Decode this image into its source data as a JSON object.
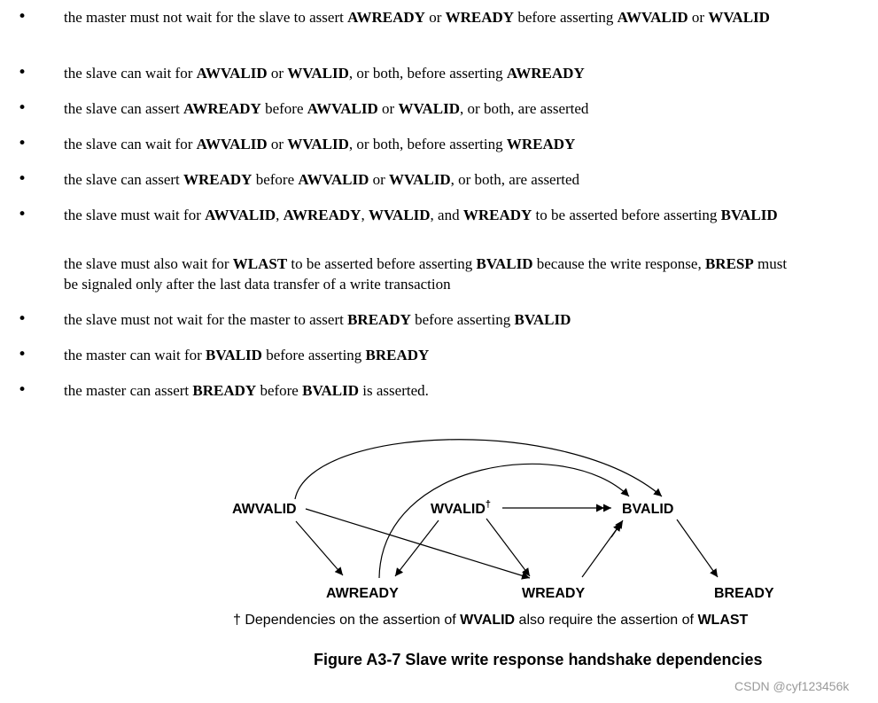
{
  "bullet_glyph": "•",
  "rules": [
    [
      [
        "the master must not wait for the slave to assert ",
        false
      ],
      [
        "AWREADY",
        true
      ],
      [
        " or ",
        false
      ],
      [
        "WREADY",
        true
      ],
      [
        " before asserting ",
        false
      ],
      [
        "AWVALID",
        true
      ],
      [
        " or ",
        false
      ],
      [
        "WVALID",
        true
      ]
    ],
    [
      [
        "the slave can wait for ",
        false
      ],
      [
        "AWVALID",
        true
      ],
      [
        " or ",
        false
      ],
      [
        "WVALID",
        true
      ],
      [
        ", or both, before asserting ",
        false
      ],
      [
        "AWREADY",
        true
      ]
    ],
    [
      [
        "the slave can assert ",
        false
      ],
      [
        "AWREADY",
        true
      ],
      [
        " before ",
        false
      ],
      [
        "AWVALID",
        true
      ],
      [
        " or ",
        false
      ],
      [
        "WVALID",
        true
      ],
      [
        ", or both, are asserted",
        false
      ]
    ],
    [
      [
        "the slave can wait for ",
        false
      ],
      [
        "AWVALID",
        true
      ],
      [
        " or ",
        false
      ],
      [
        "WVALID",
        true
      ],
      [
        ", or both, before asserting ",
        false
      ],
      [
        "WREADY",
        true
      ]
    ],
    [
      [
        "the slave can assert ",
        false
      ],
      [
        "WREADY",
        true
      ],
      [
        " before ",
        false
      ],
      [
        "AWVALID",
        true
      ],
      [
        " or ",
        false
      ],
      [
        "WVALID",
        true
      ],
      [
        ", or both, are asserted",
        false
      ]
    ],
    [
      [
        "the slave must wait for ",
        false
      ],
      [
        "AWVALID",
        true
      ],
      [
        ", ",
        false
      ],
      [
        "AWREADY",
        true
      ],
      [
        ", ",
        false
      ],
      [
        "WVALID",
        true
      ],
      [
        ", and ",
        false
      ],
      [
        "WREADY",
        true
      ],
      [
        " to be asserted before asserting ",
        false
      ],
      [
        "BVALID",
        true
      ]
    ],
    [
      [
        "the slave must also wait for ",
        false
      ],
      [
        "WLAST",
        true
      ],
      [
        " to be asserted before asserting ",
        false
      ],
      [
        "BVALID",
        true
      ],
      [
        " because the write response, ",
        false
      ],
      [
        "BRESP",
        true
      ],
      [
        " must be signaled only after the last data transfer of a write transaction",
        false
      ]
    ],
    [
      [
        "the slave must not wait for the master to assert ",
        false
      ],
      [
        "BREADY",
        true
      ],
      [
        " before asserting ",
        false
      ],
      [
        "BVALID",
        true
      ]
    ],
    [
      [
        "the master can wait for ",
        false
      ],
      [
        "BVALID",
        true
      ],
      [
        " before asserting ",
        false
      ],
      [
        "BREADY",
        true
      ]
    ],
    [
      [
        "the master can assert ",
        false
      ],
      [
        "BREADY",
        true
      ],
      [
        " before ",
        false
      ],
      [
        "BVALID",
        true
      ],
      [
        " is asserted.",
        false
      ]
    ]
  ],
  "rule_has_bullet": [
    true,
    true,
    true,
    true,
    true,
    true,
    false,
    true,
    true,
    true
  ],
  "diagram": {
    "nodes": {
      "awvalid": "AWVALID",
      "wvalid": "WVALID",
      "wvalid_mark": "†",
      "bvalid": "BVALID",
      "awready": "AWREADY",
      "wready": "WREADY",
      "bready": "BREADY"
    },
    "edges": [
      {
        "from": "AWVALID",
        "to": "AWREADY"
      },
      {
        "from": "AWVALID",
        "to": "WREADY"
      },
      {
        "from": "AWVALID",
        "to": "BVALID"
      },
      {
        "from": "WVALID",
        "to": "AWREADY"
      },
      {
        "from": "WVALID",
        "to": "WREADY"
      },
      {
        "from": "WVALID",
        "to": "BVALID"
      },
      {
        "from": "AWREADY",
        "to": "BVALID"
      },
      {
        "from": "WREADY",
        "to": "BVALID"
      },
      {
        "from": "BVALID",
        "to": "BREADY"
      }
    ],
    "note": {
      "prefix": "† Dependencies on the assertion of ",
      "term1": "WVALID",
      "middle": " also require the assertion of ",
      "term2": "WLAST"
    }
  },
  "caption": "Figure A3-7 Slave write response handshake dependencies",
  "watermark": "CSDN @cyf123456k"
}
